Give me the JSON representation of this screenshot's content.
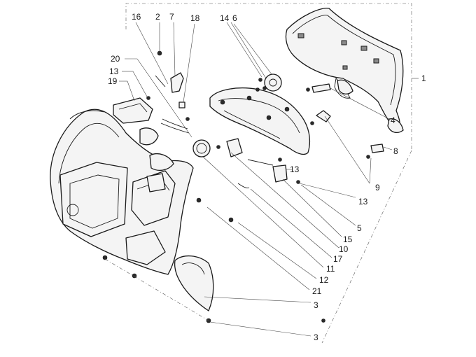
{
  "labels": {
    "l1": "1",
    "l2": "2",
    "l3a": "3",
    "l3b": "3",
    "l4": "4",
    "l5": "5",
    "l6": "6",
    "l7": "7",
    "l8": "8",
    "l9": "9",
    "l10": "10",
    "l11": "11",
    "l12": "12",
    "l13a": "13",
    "l13b": "13",
    "l13c": "13",
    "l14": "14",
    "l15": "15",
    "l16": "16",
    "l17": "17",
    "l18": "18",
    "l19": "19",
    "l20": "20",
    "l21": "21"
  }
}
